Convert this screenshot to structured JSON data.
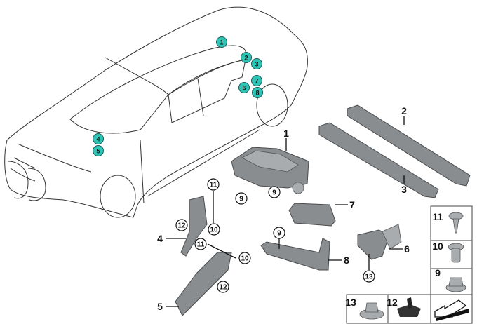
{
  "diagram": {
    "colors": {
      "marker": "#2ec4b6",
      "part": "#8a8d90",
      "line": "#333333"
    },
    "car_markers": [
      "1",
      "2",
      "3",
      "7",
      "6",
      "8",
      "4",
      "5"
    ],
    "part_labels": [
      "1",
      "2",
      "3",
      "7",
      "6",
      "8",
      "4",
      "5"
    ],
    "callouts": [
      "9",
      "9",
      "11",
      "12",
      "10",
      "11",
      "10",
      "12",
      "9",
      "13"
    ],
    "fastener_table": {
      "cells": [
        "11",
        "10",
        "9",
        "13",
        "12"
      ],
      "navigation_icon": "arrow-icon"
    }
  }
}
